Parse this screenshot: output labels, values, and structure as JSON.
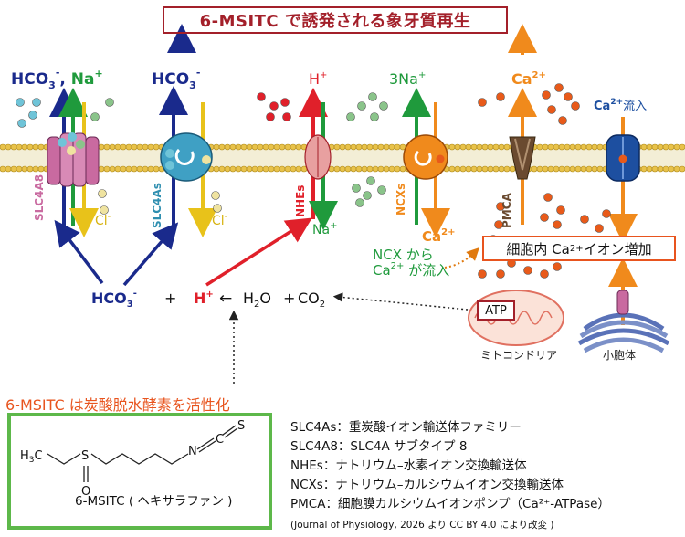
{
  "title": "6-MSITC で誘発される象牙質再生",
  "top_labels": {
    "hco3_na_hco3": "HCO",
    "hco3_na_sub": "3",
    "hco3_na_sup": "-",
    "hco3_na_na": "Na",
    "hco3_na_na_sup": "+",
    "hco3_sep": ", ",
    "hco3_b": "HCO",
    "hco3_b_sub": "3",
    "hco3_b_sup": "-",
    "h_plus": "H",
    "h_plus_sup": "+",
    "three_na": "3Na",
    "three_na_sup": "+",
    "ca_out": "Ca",
    "ca_out_sup": "2+",
    "ca_influx": "Ca",
    "ca_influx_sup": "2+",
    "ca_influx_label": "流入"
  },
  "transporters": {
    "slc4a8": "SLC4A8",
    "slc4as": "SLC4As",
    "nhes": "NHEs",
    "ncxs": "NCXs",
    "pmca": "PMCA"
  },
  "below_labels": {
    "cl1": "Cl",
    "cl1_sup": "-",
    "cl2": "Cl",
    "cl2_sup": "-",
    "na_in": "Na",
    "na_in_sup": "+",
    "ca_in": "Ca",
    "ca_in_sup": "2+",
    "ncx_note_line1": "NCX から",
    "ncx_note_line2_pre": "Ca",
    "ncx_note_line2_sup": "2+",
    "ncx_note_line2_post": " が流入"
  },
  "highlight_box": {
    "pre": "細胞内 Ca",
    "sup": "2+",
    "post": " イオン増加"
  },
  "reaction": {
    "hco3": "HCO",
    "hco3_sub": "3",
    "hco3_sup": "-",
    "plus1": "+",
    "h": "H",
    "h_sup": "+",
    "arrow": "←",
    "h2o": "H",
    "h2o_sub": "2",
    "h2o_o": "O",
    "plus2": "+",
    "co2": "CO",
    "co2_sub": "2"
  },
  "atp": "ATP",
  "organelles": {
    "mitochondria": "ミトコンドリア",
    "er": "小胞体"
  },
  "activation_note": "6-MSITC は炭酸脱水酵素を活性化",
  "molecule": {
    "h3c": "H",
    "h3c_sub": "3",
    "h3c_c": "C",
    "s1": "S",
    "o": "O",
    "n": "N",
    "c": "C",
    "s2": "S",
    "name": "6-MSITC ( ヘキサラファン )"
  },
  "legend": [
    "SLC4As：重炭酸イオン輸送体ファミリー",
    "SLC4A8：SLC4A サブタイプ 8",
    "NHEs：ナトリウム–水素イオン交換輸送体",
    "NCXs：ナトリウム–カルシウムイオン交換輸送体",
    "PMCA：細胞膜カルシウムイオンポンプ（Ca²⁺-ATPase）"
  ],
  "citation": "(Journal of Physiology, 2026 より CC BY 4.0 により改変 )",
  "colors": {
    "navy": "#1a2a8c",
    "green": "#1f9a3c",
    "red": "#e0202a",
    "orange": "#f08a1c",
    "teal": "#2f8fb0",
    "pink": "#c96aa0",
    "dark_red": "#a3202a",
    "brown": "#6a4a30",
    "blue_channel": "#1d4fa0",
    "yellow": "#e8c21a"
  }
}
